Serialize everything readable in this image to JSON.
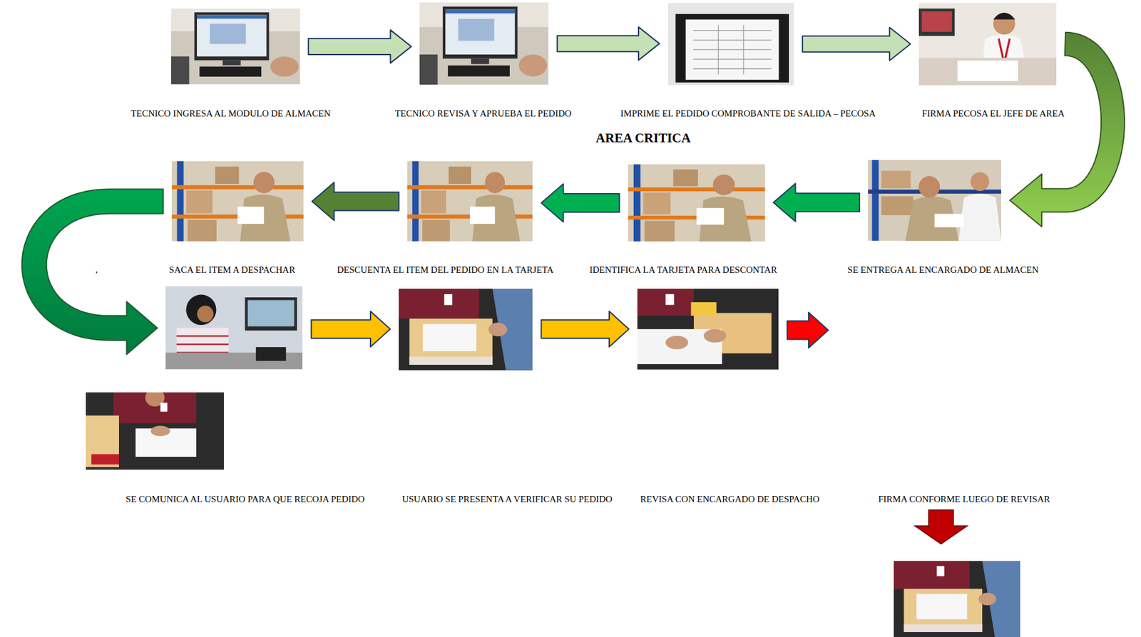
{
  "diagram": {
    "title": "AREA CRITICA",
    "nodes": [
      {
        "text": [
          "TECNICO INGRESA AL MODULO DE ALMACEN"
        ]
      },
      {
        "text": [
          "TECNICO REVISA Y APRUEBA EL PEDIDO"
        ]
      },
      {
        "text": [
          "IMPRIME EL PEDIDO COMPROBANTE DE SALIDA – PECOSA"
        ]
      },
      {
        "text": [
          "FIRMA PECOSA EL JEFE DE AREA"
        ]
      },
      {
        "text": [
          "SE ENTREGA AL ENCARGADO DE ALMACEN"
        ]
      },
      {
        "text": [
          "IDENTIFICA LA TARJETA PARA DESCONTAR"
        ]
      },
      {
        "text": [
          "DESCUENTA EL ITEM DEL PEDIDO EN LA TARJETA"
        ]
      },
      {
        "text": [
          "SACA EL ITEM A DESPACHAR"
        ]
      },
      {
        "text": [
          "SE COMUNICA AL USUARIO PARA QUE RECOJA PEDIDO"
        ]
      },
      {
        "text": [
          "USUARIO SE PRESENTA A VERIFICAR SU PEDIDO"
        ]
      },
      {
        "text": [
          "REVISA CON ENCARGADO DE DESPACHO"
        ]
      },
      {
        "text": [
          "FIRMA CONFORME LUEGO DE REVISAR"
        ]
      }
    ],
    "edges": [
      {
        "from": 0,
        "to": 1,
        "arrow": "to"
      },
      {
        "from": 1,
        "to": 2,
        "arrow": "to"
      },
      {
        "from": 2,
        "to": 3,
        "arrow": "to"
      },
      {
        "from": 3,
        "to": 4,
        "arrow": "to"
      },
      {
        "from": 4,
        "to": 5,
        "arrow": "to"
      },
      {
        "from": 5,
        "to": 6,
        "arrow": "to"
      },
      {
        "from": 6,
        "to": 7,
        "arrow": "to"
      },
      {
        "from": 7,
        "to": 8,
        "arrow": "to"
      },
      {
        "from": 8,
        "to": 9,
        "arrow": "to"
      },
      {
        "from": 9,
        "to": 10,
        "arrow": "to"
      },
      {
        "from": 10,
        "to": 11,
        "arrow": "to"
      }
    ],
    "labels": [
      ","
    ]
  }
}
